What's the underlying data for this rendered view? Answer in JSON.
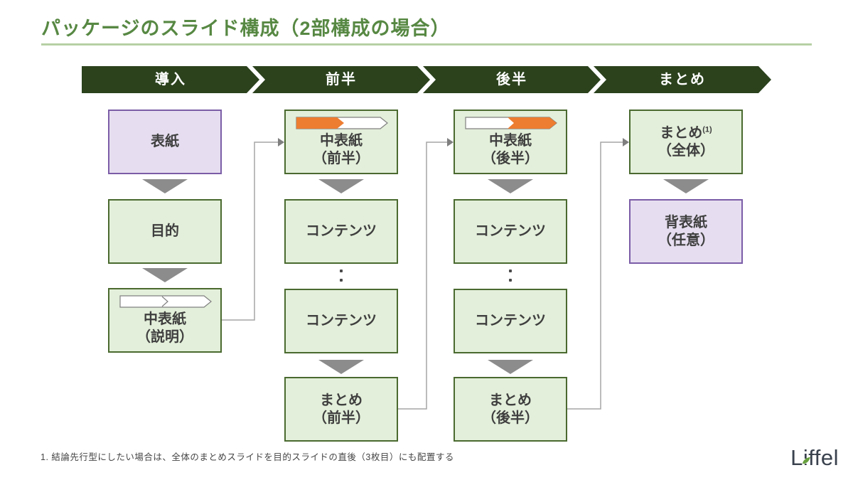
{
  "title": "パッケージのスライド構成（2部構成の場合）",
  "phase_bar": [
    "導入",
    "前半",
    "後半",
    "まとめ"
  ],
  "diagram": {
    "columns": [
      {
        "phase": "導入",
        "boxes": [
          {
            "label": "表紙",
            "style": "purple"
          },
          {
            "label": "目的",
            "style": "green"
          },
          {
            "line1": "中表紙",
            "line2": "（説明）",
            "style": "green",
            "minibar": "outline-both-white"
          }
        ]
      },
      {
        "phase": "前半",
        "has_continuation_dots": true,
        "boxes": [
          {
            "line1": "中表紙",
            "line2": "（前半）",
            "style": "green",
            "minibar": "first-segment-orange"
          },
          {
            "label": "コンテンツ",
            "style": "green"
          },
          {
            "label": "コンテンツ",
            "style": "green"
          },
          {
            "line1": "まとめ",
            "line2": "（前半）",
            "style": "green"
          }
        ]
      },
      {
        "phase": "後半",
        "has_continuation_dots": true,
        "boxes": [
          {
            "line1": "中表紙",
            "line2": "（後半）",
            "style": "green",
            "minibar": "second-segment-orange"
          },
          {
            "label": "コンテンツ",
            "style": "green"
          },
          {
            "label": "コンテンツ",
            "style": "green"
          },
          {
            "line1": "まとめ",
            "line2": "（後半）",
            "style": "green"
          }
        ]
      },
      {
        "phase": "まとめ",
        "boxes": [
          {
            "line1": "まとめ",
            "sup": "(1)",
            "line2": "（全体）",
            "style": "green"
          },
          {
            "line1": "背表紙",
            "line2": "（任意）",
            "style": "purple"
          }
        ]
      }
    ]
  },
  "footnote": "1. 結論先行型にしたい場合は、全体のまとめスライドを目的スライドの直後（3枚目）にも配置する",
  "logo": {
    "text": "Liffel"
  },
  "colors": {
    "title_green": "#578843",
    "bar_dark_green": "#2b421d",
    "box_green_fill": "#e3efda",
    "box_green_border": "#4a6a2f",
    "box_purple_fill": "#e6def0",
    "box_purple_border": "#7b5da7",
    "accent_orange": "#ed7d31",
    "connector_gray": "#8c8c8c"
  }
}
